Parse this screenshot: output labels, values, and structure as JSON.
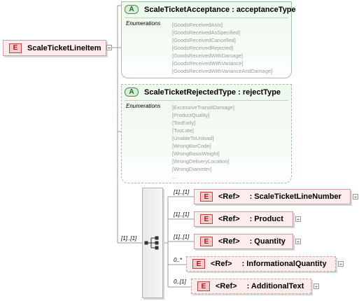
{
  "root": {
    "label": "ScaleTicketLineItem",
    "badge": "E"
  },
  "attributes": [
    {
      "badge": "A",
      "title": "ScaleTicketAcceptance : acceptanceType",
      "enum_label": "Enumerations",
      "enumerations": [
        "[GoodsReceivedAsIs]",
        "[GoodsReceivedAsSpecified]",
        "[GoodsReceivedCancelled]",
        "[GoodsReceivedRejected]",
        "[GoodsReceivedWithDamage]",
        "[GoodsReceivedWithVariance]",
        "[GoodsReceivedWithVarianceAndDamage]"
      ],
      "optional": false
    },
    {
      "badge": "A",
      "title": "ScaleTicketRejectedType : rejectType",
      "enum_label": "Enumerations",
      "enumerations": [
        "[ExcessiveTransitDamage]",
        "[ProductQuality]",
        "[TooEarly]",
        "[TooLate]",
        "[UnableToUnload]",
        "[WrongBarCode]",
        "[WrongBasisWeight]",
        "[WrongDeliveryLocation]",
        "[WrongDiameter]",
        "..."
      ],
      "optional": true
    }
  ],
  "sequence_cardinality": "[1]..[1]",
  "children": [
    {
      "cardinality": "[1]..[1]",
      "badge": "E",
      "ref": "<Ref>",
      "name": ": ScaleTicketLineNumber",
      "optional": false
    },
    {
      "cardinality": "[1]..[1]",
      "badge": "E",
      "ref": "<Ref>",
      "name": ": Product",
      "optional": false
    },
    {
      "cardinality": "[1]..[1]",
      "badge": "E",
      "ref": "<Ref>",
      "name": ": Quantity",
      "optional": false
    },
    {
      "cardinality": "0..*",
      "badge": "E",
      "ref": "<Ref>",
      "name": ": InformationalQuantity",
      "optional": true
    },
    {
      "cardinality": "0..[1]",
      "badge": "E",
      "ref": "<Ref>",
      "name": ": AdditionalText",
      "optional": true
    }
  ],
  "expand_symbol": "+"
}
